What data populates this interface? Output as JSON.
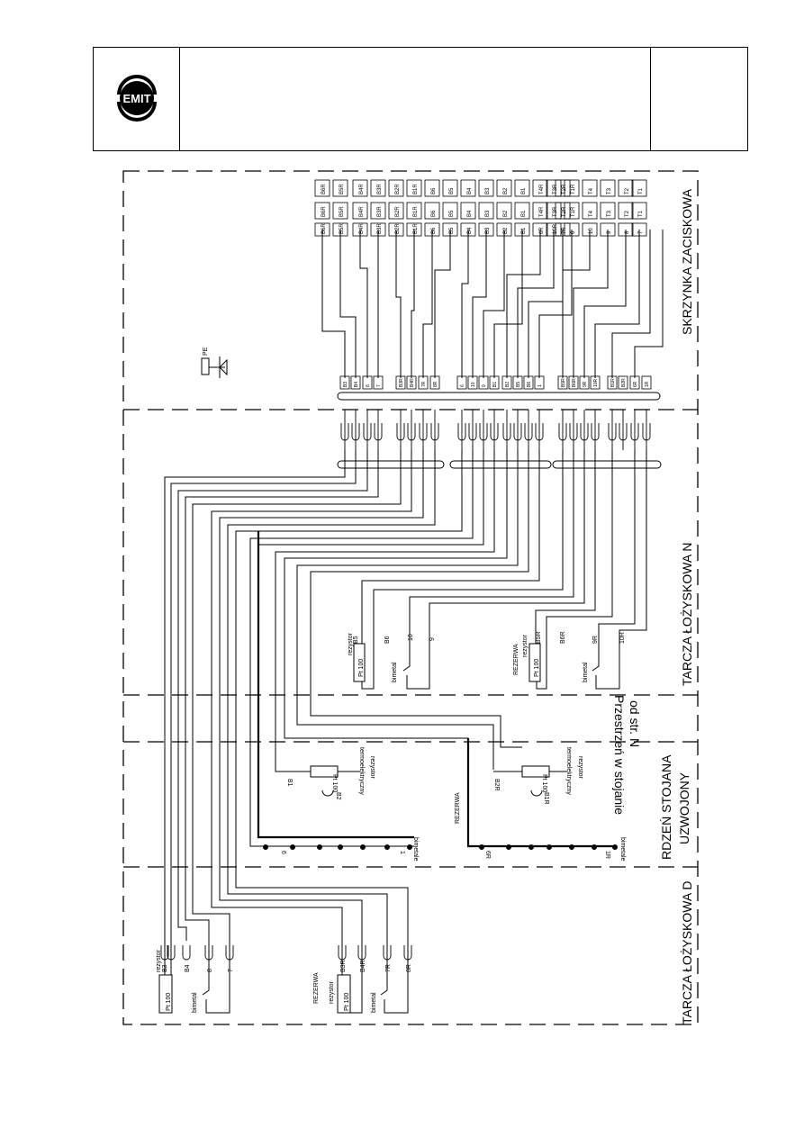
{
  "logo": {
    "text": "EMIT",
    "icon": "emit-logo-icon"
  },
  "sections": {
    "terminal_box": "SKRZYNKA ZACISKOWA",
    "bearing_n": "TARCZA ŁOŻYSKOWA N",
    "space": "Przestrzeń w stojanie",
    "space2": "od str. N",
    "stator_core": "RDZEŃ STOJANA",
    "stator_core2": "UZWOJONY",
    "bearing_d": "TARCZA ŁOŻYSKOWA D"
  },
  "terminals": {
    "row_a": [
      "B6R",
      "B5R",
      "B4R",
      "B3R",
      "B2R",
      "B1R",
      "B6",
      "B5",
      "B4",
      "B3",
      "B2",
      "B1",
      "T4R",
      "T3R",
      "T2R",
      "T1R",
      "T4",
      "T3",
      "T2",
      "T1"
    ],
    "row_b": [
      "B6R",
      "B5R",
      "B4R",
      "B3R",
      "B2R",
      "B1R",
      "B6",
      "B5",
      "B4",
      "B3",
      "B2",
      "B1",
      "T4R",
      "T3R",
      "T2R",
      "T1R",
      "T4",
      "T3",
      "T2",
      "T1"
    ],
    "row_c": [
      "B6R",
      "B5R",
      "B4R",
      "B3R",
      "B2R",
      "B1R",
      "B6",
      "B5",
      "B4",
      "B3",
      "B2",
      "B1",
      "6R",
      "10R",
      "7R",
      "6",
      "10",
      "9",
      "8",
      "7"
    ]
  },
  "cable_labels": {
    "group1": [
      "B3",
      "B4",
      "8",
      "7",
      "B3R",
      "B4R",
      "7R",
      "8R"
    ],
    "group2": [
      "6",
      "10",
      "9",
      "B1",
      "B2",
      "B5",
      "B6",
      "1"
    ],
    "group3": [
      "B5R",
      "B6R",
      "9R",
      "10R",
      "B1R",
      "B2R",
      "6R",
      "1R"
    ]
  },
  "labels": {
    "pt100": "Pt 100",
    "rezystor": "rezystor",
    "bimetal": "bimetal",
    "bimetale": "bimetale",
    "rezerwa": "REZERWA",
    "termo": "termoelektryczny",
    "b5": "B5",
    "b6": "B6",
    "n10": "10",
    "n9": "9",
    "b5r": "B5R",
    "b6r": "B6R",
    "n9r": "9R",
    "n10r": "10R",
    "b1": "B1",
    "b2": "B2",
    "b2r": "B2R",
    "b1r": "B1R",
    "n6": "6",
    "n1": "1",
    "n6r": "6R",
    "n1r": "1R",
    "b3": "B3",
    "b4": "B4",
    "n8": "8",
    "n7": "7",
    "b3r": "B3R",
    "b4r": "B4R",
    "n7r": "7R",
    "n8r": "8R",
    "pe": "PE"
  }
}
